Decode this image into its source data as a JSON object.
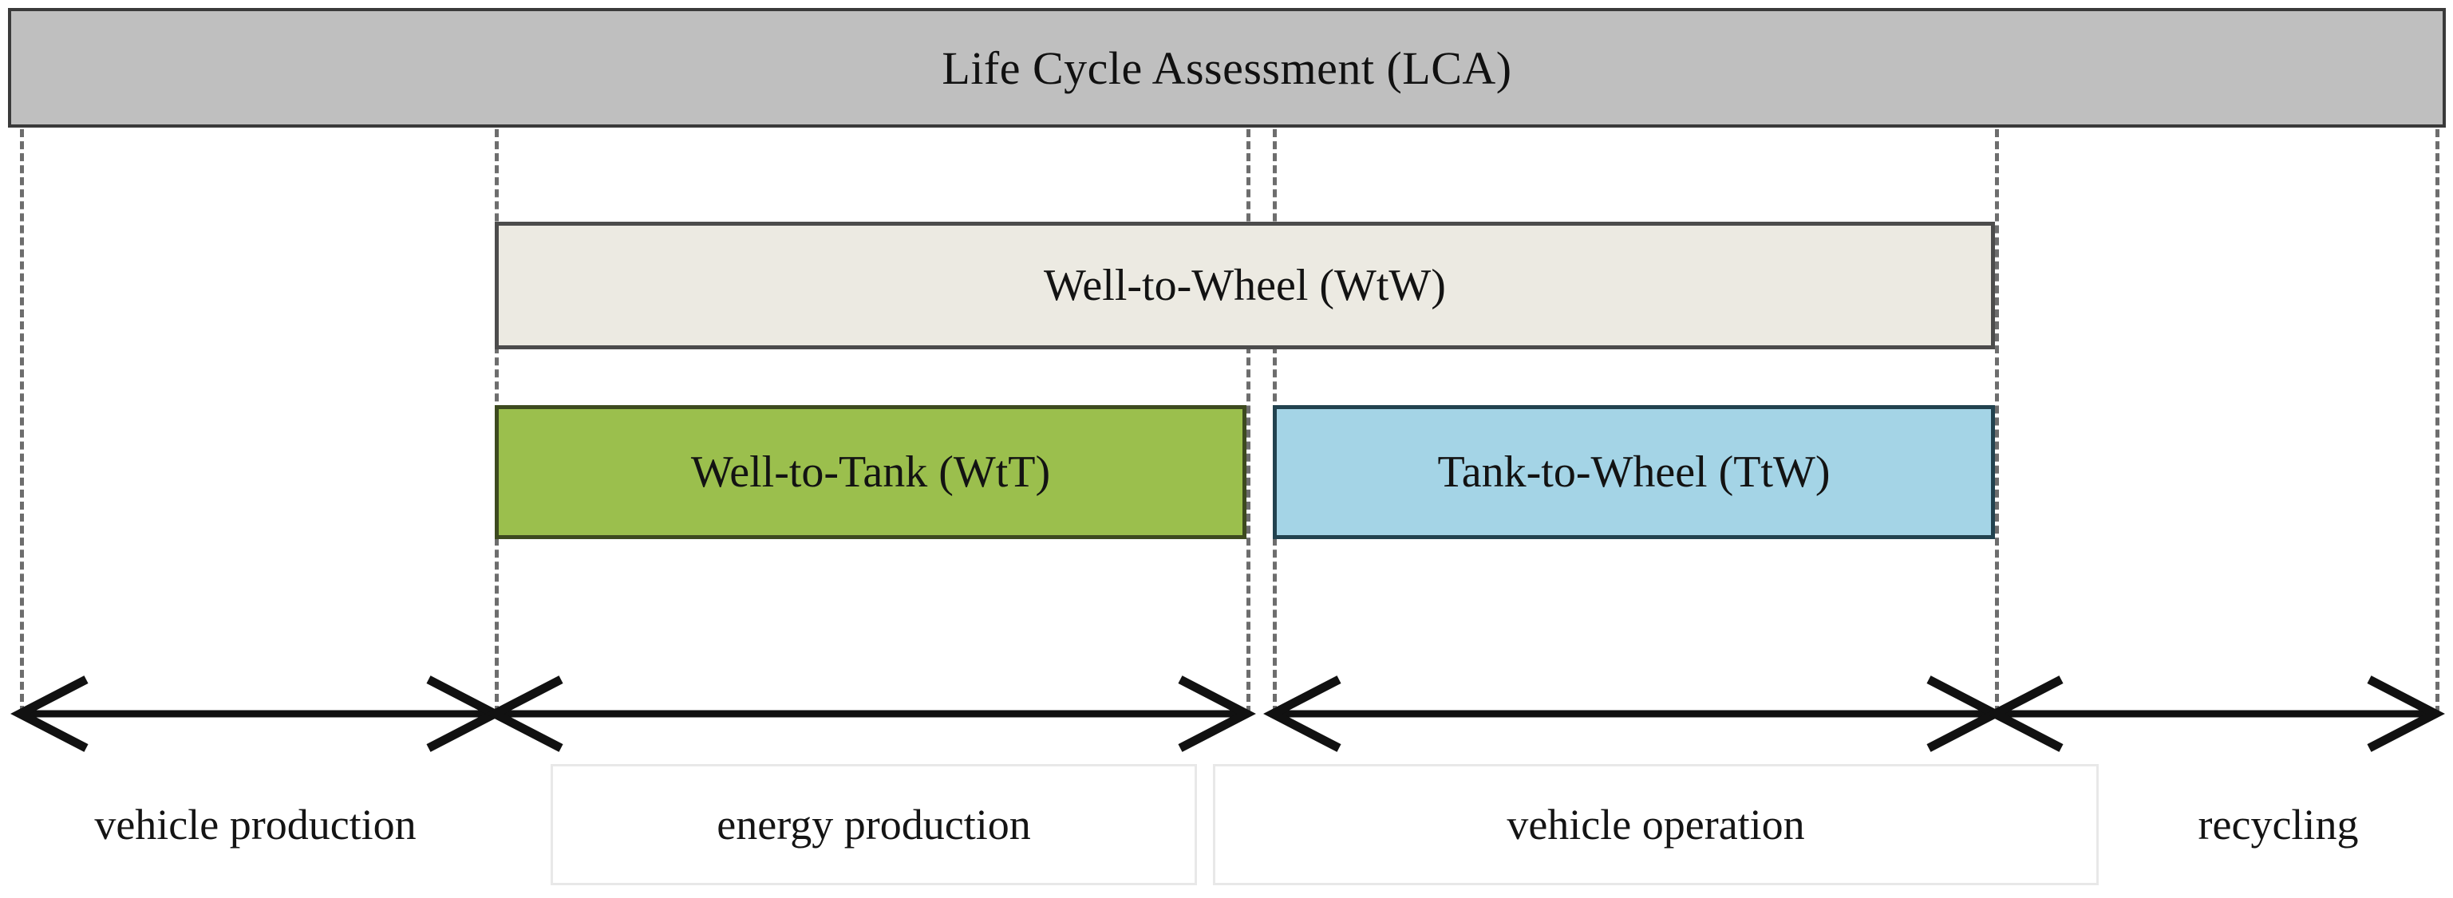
{
  "diagram": {
    "title": "Life Cycle Assessment (LCA)",
    "header": {
      "label": "Life Cycle Assessment (LCA)",
      "fill_color": "#BFBFBF",
      "border_color": "#3A3A3A"
    },
    "bars": [
      {
        "id": "well-to-wheel",
        "label": "Well-to-Wheel (WtW)",
        "fill_color": "#ECEAE2",
        "border_color": "#4C4C4C"
      },
      {
        "id": "well-to-tank",
        "label": "Well-to-Tank (WtT)",
        "fill_color": "#9BBF4D",
        "border_color": "#3D4A1F"
      },
      {
        "id": "tank-to-wheel",
        "label": "Tank-to-Wheel (TtW)",
        "fill_color": "#A4D4E6",
        "border_color": "#22424F"
      }
    ],
    "stages": [
      {
        "id": "vehicle-production",
        "label": "vehicle production",
        "boxed": false
      },
      {
        "id": "energy-production",
        "label": "energy production",
        "boxed": true
      },
      {
        "id": "vehicle-operation",
        "label": "vehicle operation",
        "boxed": true
      },
      {
        "id": "recycling",
        "label": "recycling",
        "boxed": false
      }
    ],
    "guides": {
      "line_color": "#6D6D6D",
      "style": "dashed"
    },
    "arrows": {
      "color": "#111111",
      "style": "double-headed",
      "count": 4
    }
  }
}
